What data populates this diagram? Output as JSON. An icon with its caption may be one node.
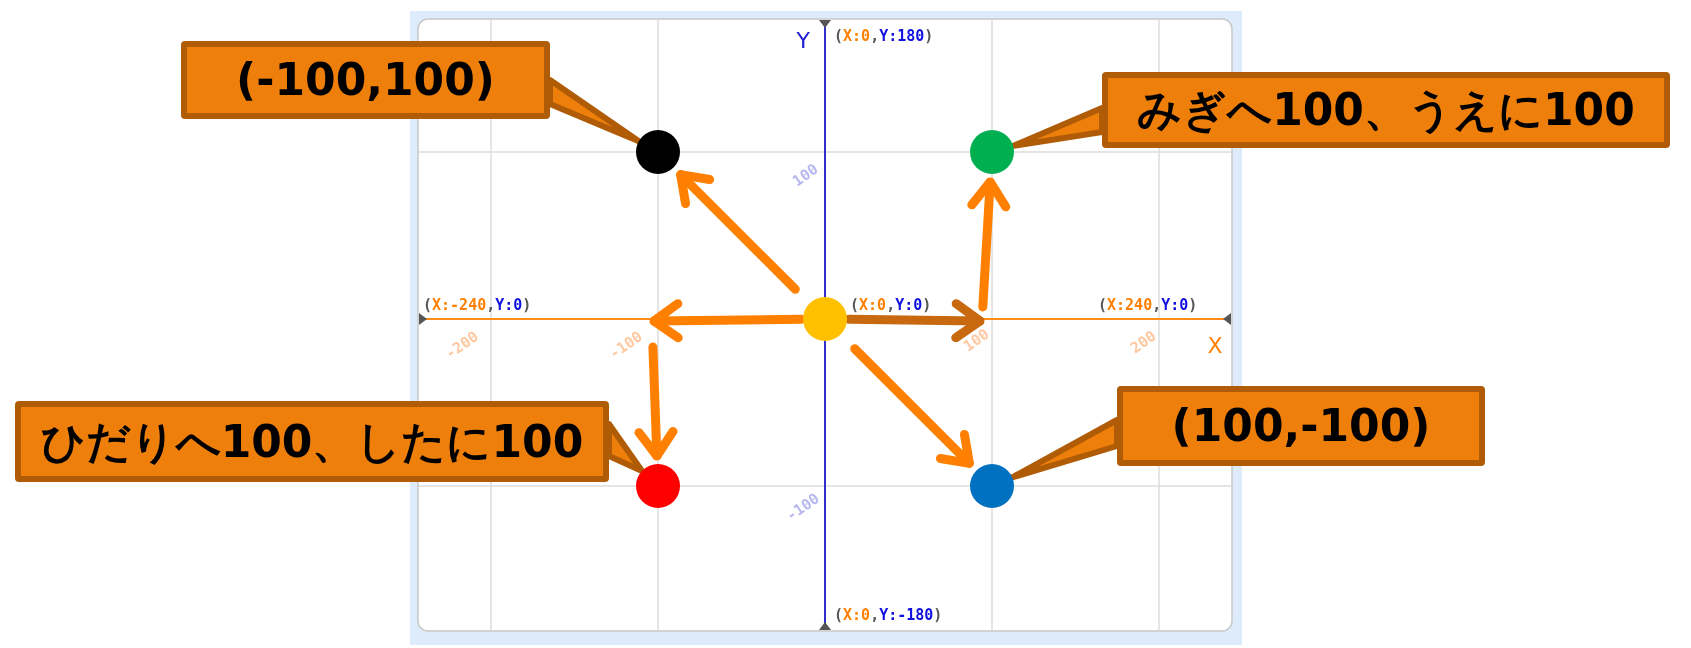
{
  "diagram": {
    "nodes": [
      {
        "text": [
          "(-100,100)"
        ]
      },
      {
        "text": [
          "みぎへ100、うえに100"
        ]
      },
      {
        "text": [],
        "shape": "circle"
      },
      {
        "text": [],
        "shape": "circle"
      },
      {
        "text": [],
        "shape": "circle"
      },
      {
        "text": [
          "ひだりへ100、したに100"
        ]
      },
      {
        "text": [
          "(100,-100)"
        ]
      },
      {
        "text": [],
        "shape": "circle"
      },
      {
        "text": [],
        "shape": "circle"
      },
      {
        "text": [
          "-100"
        ]
      },
      {
        "text": [
          "100"
        ]
      }
    ],
    "edges": [
      {
        "from": 0,
        "to": 2,
        "arrow": "to"
      },
      {
        "from": 1,
        "to": 3,
        "arrow": "to"
      },
      {
        "from": 5,
        "to": 7,
        "arrow": "to"
      },
      {
        "from": 6,
        "to": 8,
        "arrow": "to"
      },
      {
        "from": 4,
        "to": 2,
        "arrow": "to"
      },
      {
        "from": 4,
        "to": 9,
        "arrow": "to"
      },
      {
        "from": 9,
        "to": 7,
        "arrow": "to"
      },
      {
        "from": 4,
        "to": 10,
        "arrow": "to",
        "color": "#c8680f"
      },
      {
        "from": 10,
        "to": 3,
        "arrow": "to"
      },
      {
        "from": 4,
        "to": 8,
        "arrow": "to"
      }
    ],
    "labels": [
      "Y",
      "(X:0,Y:180)",
      "100",
      "(X:-240,Y:0)",
      "(X:0,Y:0)",
      "(X:240,Y:0)",
      "-200",
      "200",
      "X",
      "-100",
      "(X:0,Y:-180)"
    ]
  }
}
